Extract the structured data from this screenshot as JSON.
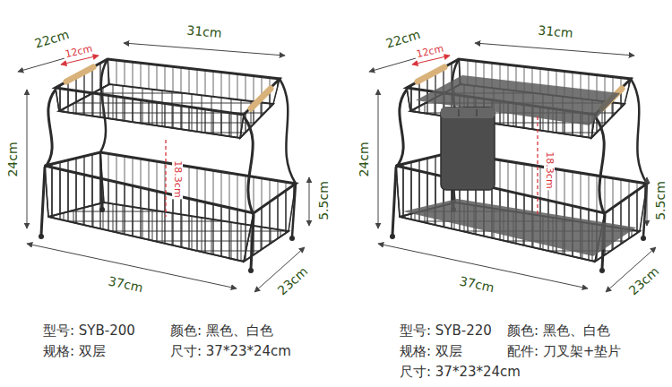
{
  "diagram": {
    "labels": [
      "22cm",
      "31cm",
      "12cm",
      "24cm",
      "18.3cm",
      "5.5cm",
      "37cm",
      "23cm",
      "型号: SYB-200",
      "颜色: 黑色、白色",
      "规格: 双层",
      "尺寸: 37*23*24cm",
      "22cm",
      "31cm",
      "12cm",
      "24cm",
      "18.3cm",
      "5.5cm",
      "37cm",
      "23cm",
      "型号: SYB-220",
      "颜色: 黑色、白色",
      "规格: 双层",
      "配件: 刀叉架+垫片",
      "尺寸: 37*23*24cm"
    ]
  }
}
